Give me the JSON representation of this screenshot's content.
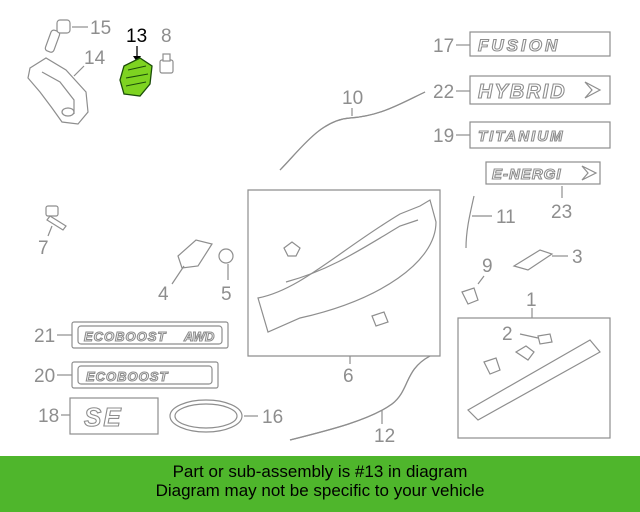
{
  "callouts": {
    "c1": "1",
    "c2": "2",
    "c3": "3",
    "c4": "4",
    "c5": "5",
    "c6": "6",
    "c7": "7",
    "c8": "8",
    "c9": "9",
    "c10": "10",
    "c11": "11",
    "c12": "12",
    "c13": "13",
    "c14": "14",
    "c15": "15",
    "c16": "16",
    "c17": "17",
    "c18": "18",
    "c19": "19",
    "c20": "20",
    "c21": "21",
    "c22": "22",
    "c23": "23"
  },
  "emblems": {
    "fusion": "FUSION",
    "hybrid": "HYBRID",
    "titanium": "TITANIUM",
    "energi": "E-NERGI",
    "ecoboost_awd": "ECOBOOST",
    "awd": "AWD",
    "ecoboost": "ECOBOOST",
    "se": "SE"
  },
  "highlight_color": "#7ed321",
  "banner": {
    "line1": "Part or sub-assembly is #13 in diagram",
    "line2": "Diagram may not be specific to your vehicle",
    "color": "#4fb62c"
  }
}
